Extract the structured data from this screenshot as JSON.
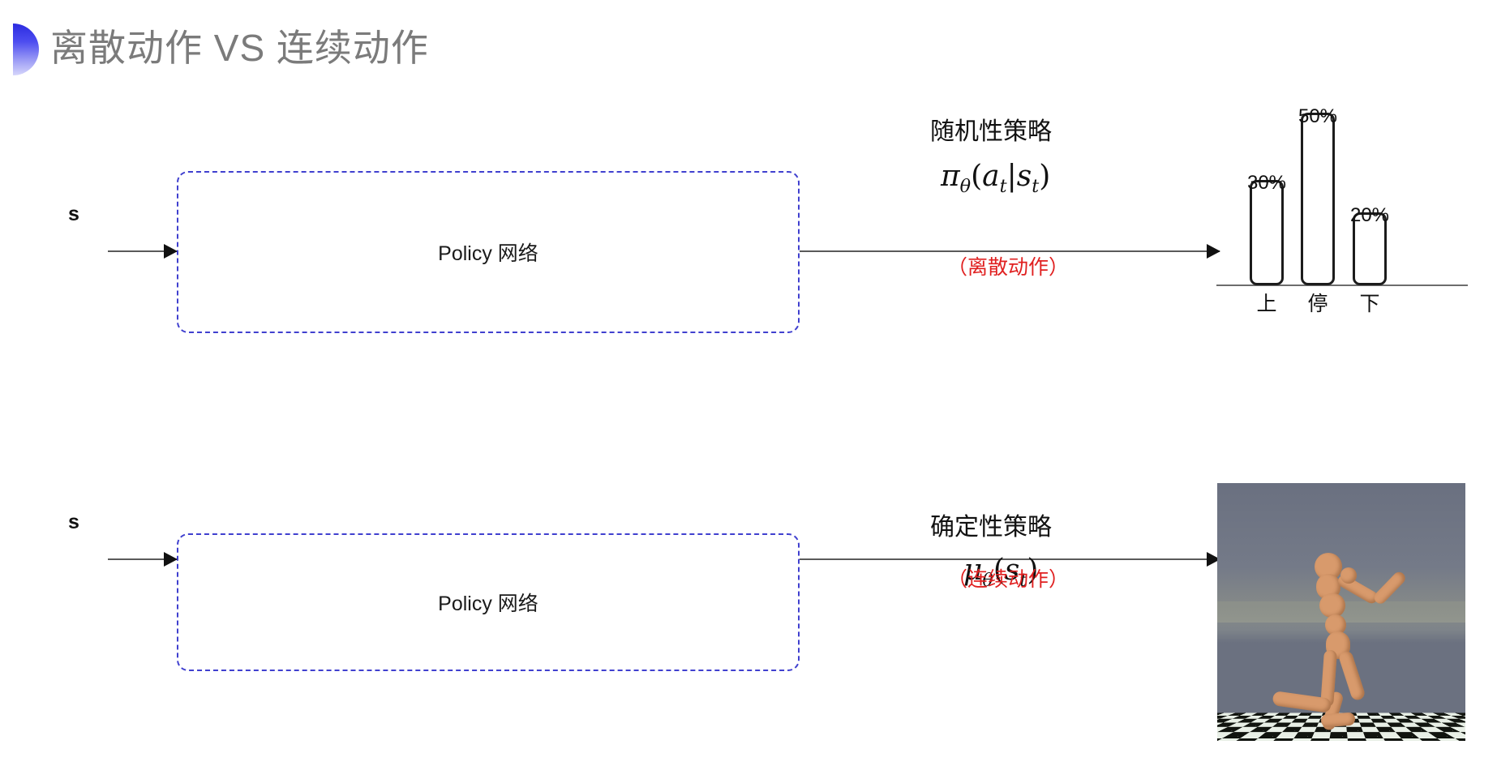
{
  "slide": {
    "title": "离散动作 VS 连续动作",
    "bullet_icon": "half-circle-gradient-icon",
    "accent_color": "#2b2be0",
    "note_color": "#e02020",
    "box_border_color": "#4040cf"
  },
  "rows": [
    {
      "id": "discrete",
      "state_label": "s",
      "box_label": "Policy 网络",
      "policy_name": "随机性策略",
      "formula_main": "π",
      "formula_theta": "θ",
      "formula_args": "(a",
      "formula_sub_t1": "t",
      "formula_bar": "|s",
      "formula_sub_t2": "t",
      "formula_close": ")",
      "action_note": "（离散动作）"
    },
    {
      "id": "continuous",
      "state_label": "s",
      "box_label": "Policy 网络",
      "policy_name": "确定性策略",
      "formula_main": "μ",
      "formula_theta": "θ",
      "formula_args": "(s",
      "formula_sub_t1": "t",
      "formula_close": ")",
      "action_note": "（连续动作）"
    }
  ],
  "chart_data": {
    "type": "bar",
    "title": "",
    "categories": [
      "上",
      "停",
      "下"
    ],
    "values": [
      30,
      50,
      20
    ],
    "value_labels": [
      "30%",
      "50%",
      "20%"
    ],
    "xlabel": "",
    "ylabel": "",
    "ylim": [
      0,
      60
    ],
    "grid": false,
    "legend": "none",
    "bar_fill": "#ffffff",
    "bar_stroke": "#1c1c1c"
  },
  "simulation": {
    "caption": "humanoid-mujoco-simulation",
    "sky_color": "#6b7180",
    "floor_colors": [
      "#e8efe6",
      "#11140f"
    ],
    "body_color": "#d89a6c"
  }
}
